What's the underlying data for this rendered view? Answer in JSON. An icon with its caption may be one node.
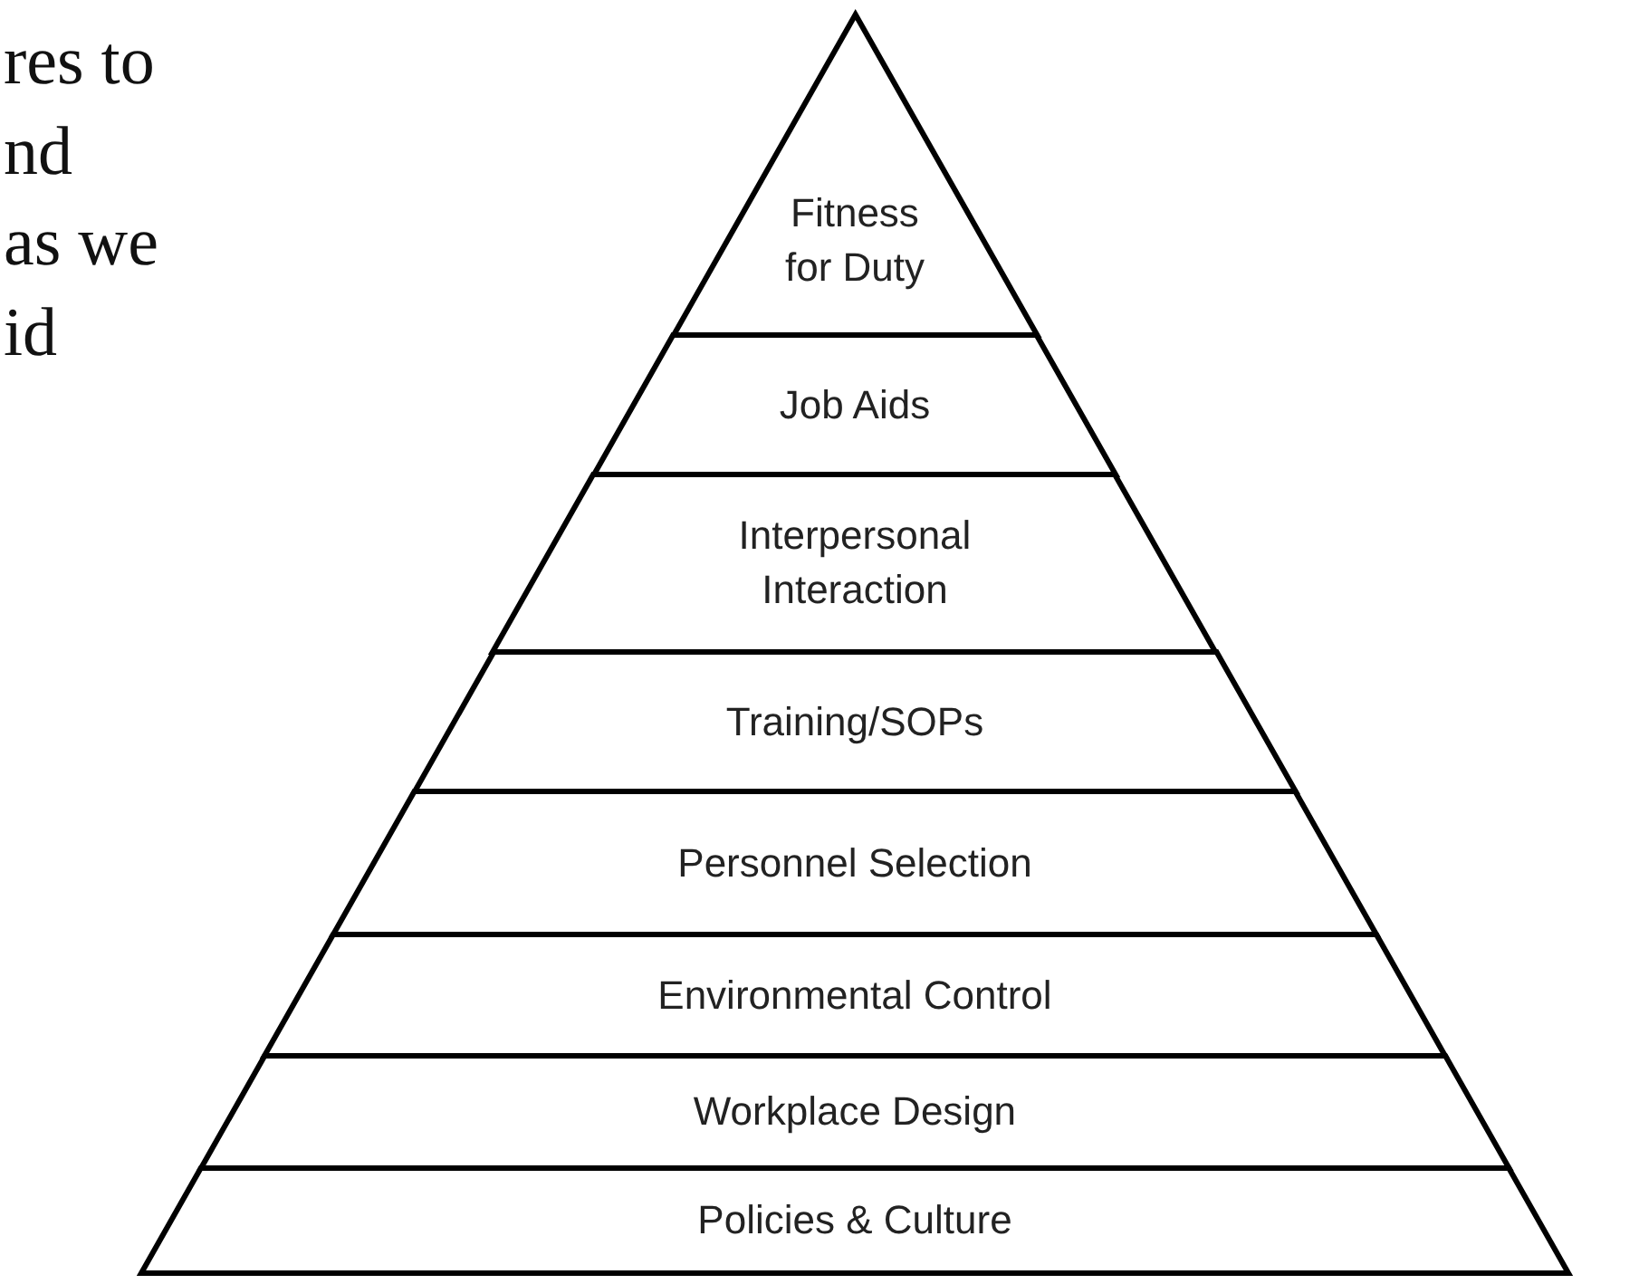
{
  "diagram": {
    "nodes": [
      {
        "text": [
          "Fitness for Duty"
        ]
      },
      {
        "text": [
          "Job Aids"
        ]
      },
      {
        "text": [
          "Interpersonal Interaction"
        ]
      },
      {
        "text": [
          "Training/SOPs"
        ]
      },
      {
        "text": [
          "Personnel Selection"
        ]
      },
      {
        "text": [
          "Environmental Control"
        ]
      },
      {
        "text": [
          "Workplace Design"
        ]
      },
      {
        "text": [
          "Policies & Culture"
        ]
      }
    ],
    "labels": [
      "res to",
      "nd",
      "as we",
      "id"
    ]
  }
}
